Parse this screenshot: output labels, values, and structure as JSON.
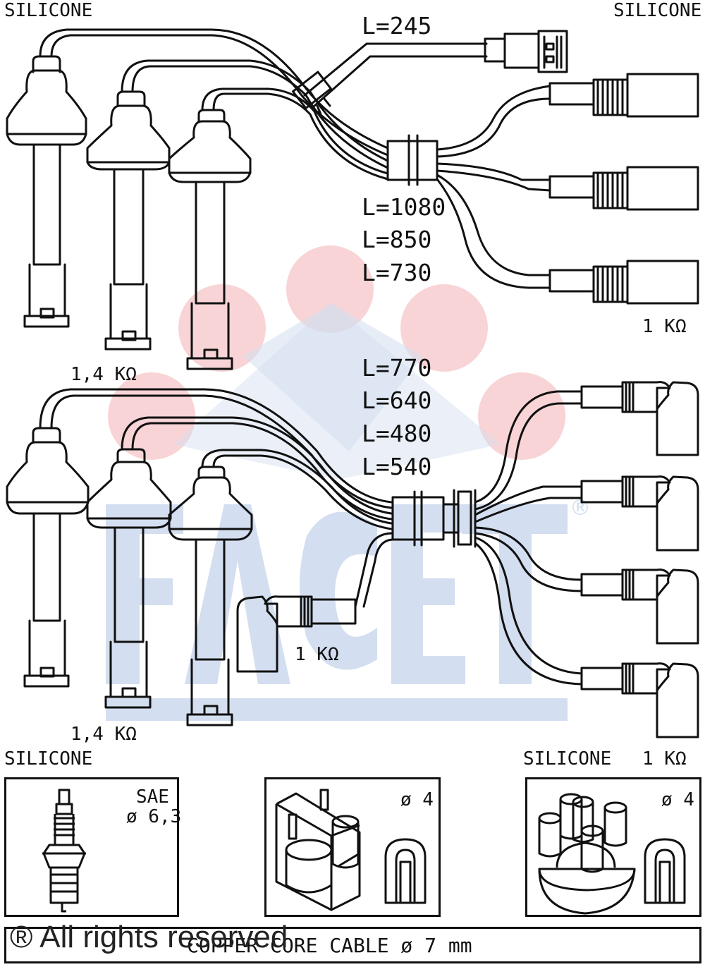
{
  "labels": {
    "silicone_top_left": "SILICONE",
    "silicone_top_right": "SILICONE",
    "l245": "L=245",
    "l1080": "L=1080",
    "l850": "L=850",
    "l730": "L=730",
    "one_k_top": "1 KΩ",
    "k14_upper": "1,4  KΩ",
    "l770": "L=770",
    "l640": "L=640",
    "l480": "L=480",
    "l540": "L=540",
    "one_k_mid": "1 KΩ",
    "k14_lower": "1,4  KΩ",
    "silicone_bottom_left": "SILICONE",
    "silicone_bottom_right": "SILICONE",
    "one_k_bottom": "1 KΩ",
    "sae": "SAE",
    "sae_dia": "ø 6,3",
    "coil_dia": "ø 4",
    "cap_dia": "ø 4",
    "cable_note": "COPPER CORE CABLE  ø  7 mm",
    "rights": "® All rights reserved",
    "watermark_text": "FACET",
    "watermark_reg": "®"
  },
  "colors": {
    "watermark_blue": "#d3def0",
    "watermark_pink": "#f8d4d6",
    "line": "#111111"
  }
}
